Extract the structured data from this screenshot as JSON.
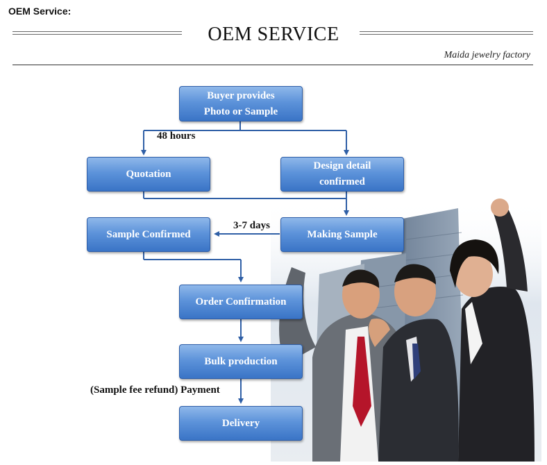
{
  "page": {
    "heading": "OEM Service:",
    "title": "OEM SERVICE",
    "factory": "Maida jewelry factory"
  },
  "steps": {
    "buyer": {
      "line1": "Buyer provides",
      "line2": "Photo or Sample"
    },
    "quotation": "Quotation",
    "design": {
      "line1": "Design detail",
      "line2": "confirmed"
    },
    "sample_confirmed": "Sample Confirmed",
    "making_sample": "Making Sample",
    "order_confirmation": "Order Confirmation",
    "bulk_production": "Bulk production",
    "delivery": "Delivery"
  },
  "notes": {
    "hours": "48 hours",
    "days": "3-7 days",
    "payment": "(Sample fee refund) Payment"
  },
  "colors": {
    "box": "#4f86d4",
    "arrow": "#2f5fa6"
  }
}
